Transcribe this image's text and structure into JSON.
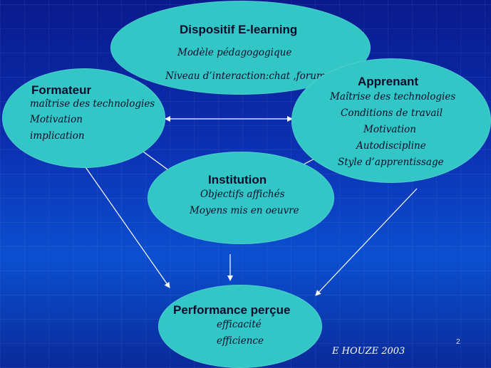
{
  "nodes": {
    "dispositif": {
      "title": "Dispositif  E-learning",
      "items": [
        "Modèle pédagogogique",
        "Niveau d’interaction:chat ,forum.."
      ]
    },
    "formateur": {
      "title": "Formateur",
      "items": [
        "maîtrise des technologies",
        "Motivation",
        "implication"
      ]
    },
    "apprenant": {
      "title": "Apprenant",
      "items": [
        "Maîtrise des technologies",
        "Conditions de travail",
        "Motivation",
        "Autodiscipline",
        "Style d’apprentissage"
      ]
    },
    "institution": {
      "title": "Institution",
      "items": [
        "Objectifs affichés",
        "Moyens mis en oeuvre"
      ]
    },
    "performance": {
      "title": "Performance perçue",
      "items": [
        "efficacité",
        "efficience"
      ]
    }
  },
  "footer": {
    "author": "E HOUZE 2003",
    "page_number": "2"
  },
  "colors": {
    "ellipse_fill": "#33c6c6",
    "text": "#0b0b2a",
    "arrow": "#ffffff"
  }
}
